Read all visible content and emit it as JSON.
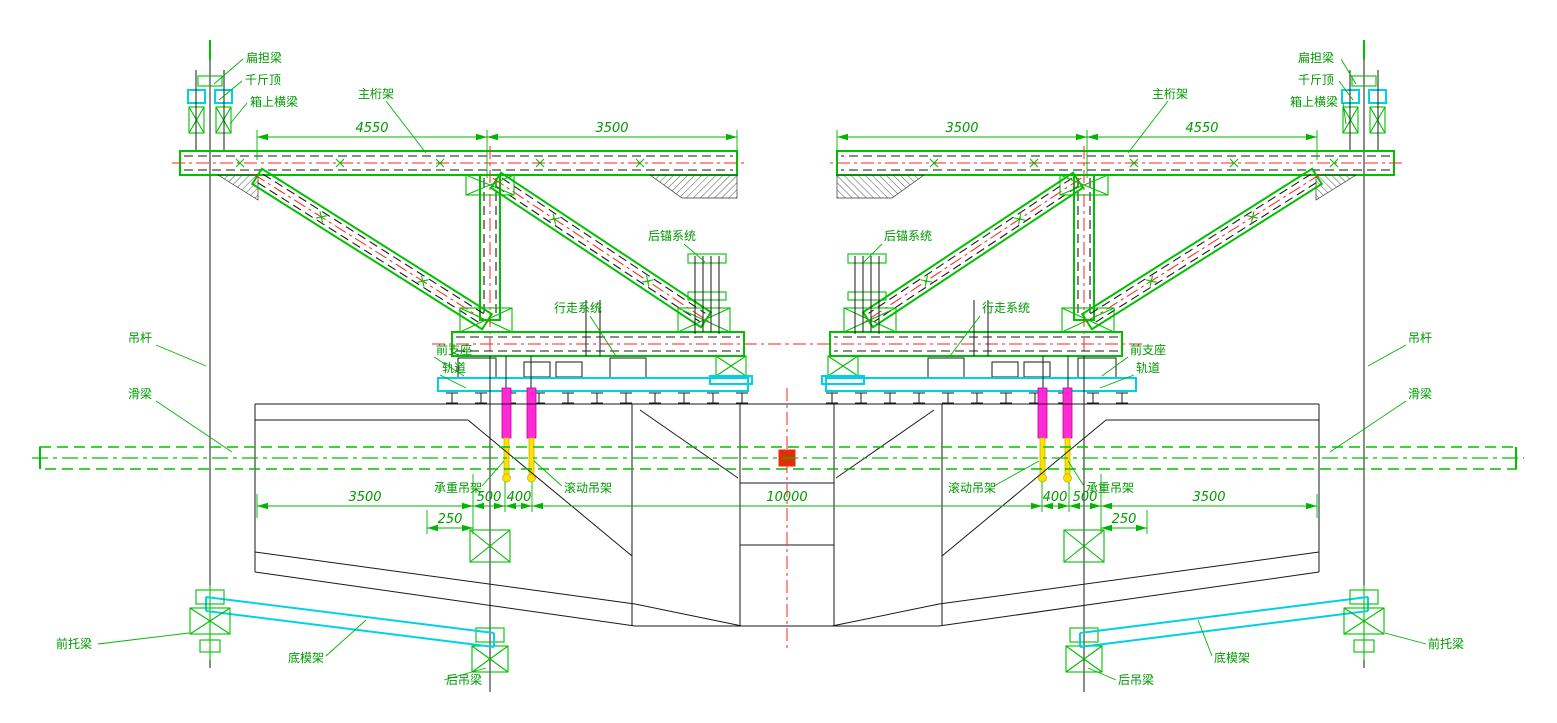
{
  "colors": {
    "green": "#00c000",
    "cyan": "#00d2e6",
    "red": "#ff2020",
    "magenta": "#ff2ad4",
    "yellow": "#ffe100",
    "line_black": "#1a1a1a"
  },
  "labels": {
    "spreader_beam": "扁担梁",
    "jack": "千斤顶",
    "box_top_beam": "箱上横梁",
    "main_frame": "主桁架",
    "rear_anchor": "后锚系统",
    "travel_system": "行走系统",
    "hanger_rod": "吊杆",
    "sliding_beam": "滑梁",
    "front_support": "前支座",
    "track": "轨道",
    "load_hanger": "承重吊架",
    "rolling_hanger": "滚动吊架",
    "front_bolster": "前托梁",
    "bottom_formwork": "底模架",
    "rear_hanger_beam": "后吊梁"
  },
  "dimensions": {
    "outer_span": "4550",
    "inner_span": "3500",
    "mid_span": "3500",
    "seg_500": "500",
    "seg_400": "400",
    "center_span": "10000",
    "offset_250": "250"
  }
}
